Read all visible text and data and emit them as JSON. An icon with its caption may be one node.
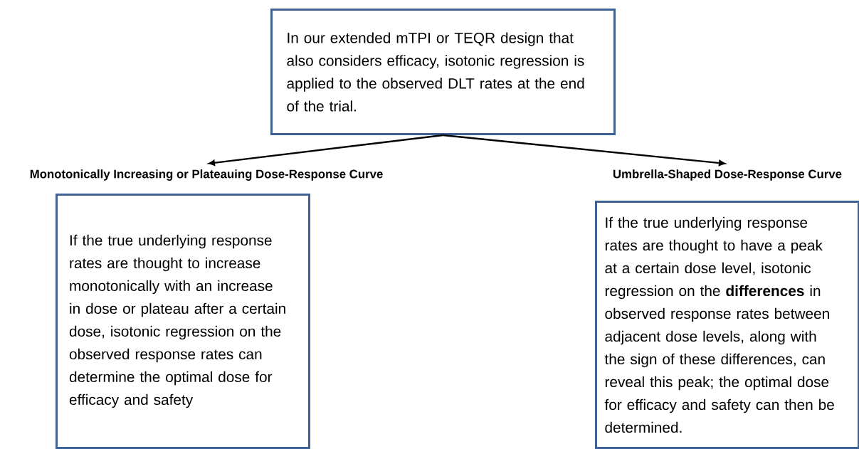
{
  "diagram": {
    "nodes": [
      {
        "text": [
          "In our extended mTPI or TEQR design that also considers efficacy, isotonic regression is applied to the observed DLT rates at the end of the trial."
        ]
      },
      {
        "text": [
          "Monotonically Increasing or Plateauing Dose-Response Curve"
        ]
      },
      {
        "text": [
          "If the true underlying response rates are thought to increase monotonically with an increase in dose or plateau after a certain dose, isotonic regression on the observed response rates can determine the optimal dose for efficacy and safety"
        ]
      },
      {
        "text": [
          "Umbrella-Shaped Dose-Response Curve"
        ]
      },
      {
        "text": [
          "If the true underlying response rates are thought to have a peak at a certain dose level, isotonic regression on the **differences** in observed response rates between adjacent dose levels, along with the sign of these differences, can reveal this peak; the optimal dose for efficacy and safety can then be determined."
        ]
      }
    ],
    "edges": [
      {
        "from": 0,
        "to": 1,
        "arrow": "to"
      },
      {
        "from": 0,
        "to": 3,
        "arrow": "to"
      }
    ]
  }
}
